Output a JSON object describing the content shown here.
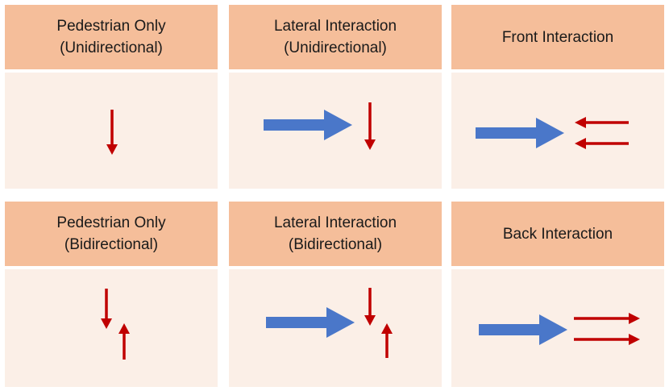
{
  "colors": {
    "header_bg": "#f5be9a",
    "panel_bg": "#fbefe7",
    "vehicle_arrow": "#4a77c9",
    "pedestrian_arrow": "#c00000"
  },
  "panels": [
    {
      "title_line1": "Pedestrian Only",
      "title_line2": "(Unidirectional)"
    },
    {
      "title_line1": "Lateral Interaction",
      "title_line2": "(Unidirectional)"
    },
    {
      "title_line1": "Front Interaction",
      "title_line2": ""
    },
    {
      "title_line1": "Pedestrian Only",
      "title_line2": "(Bidirectional)"
    },
    {
      "title_line1": "Lateral Interaction",
      "title_line2": "(Bidirectional)"
    },
    {
      "title_line1": "Back Interaction",
      "title_line2": ""
    }
  ]
}
